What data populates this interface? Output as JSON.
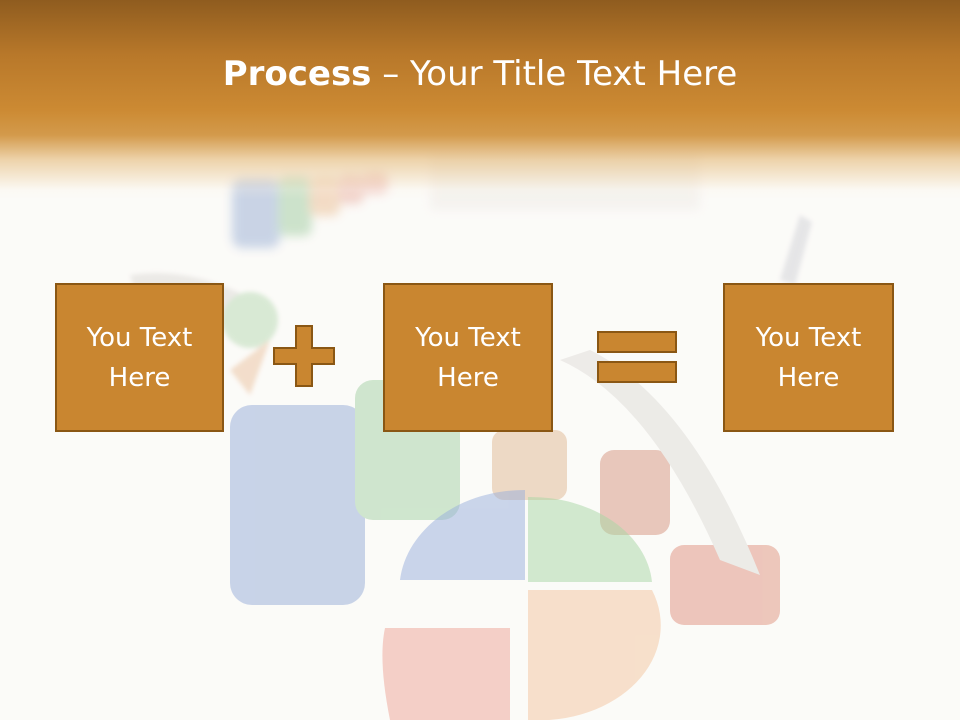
{
  "title": {
    "bold": "Process",
    "rest": " – Your Title Text Here"
  },
  "boxes": [
    {
      "text": "You Text\nHere"
    },
    {
      "text": "You Text\nHere"
    },
    {
      "text": "You Text\nHere"
    }
  ],
  "operators": {
    "plus": "plus-icon",
    "equals": "equals-icon"
  },
  "colors": {
    "accent": "#c98630",
    "accent_border": "#8a5714",
    "header_dark": "#8f5c1f"
  }
}
